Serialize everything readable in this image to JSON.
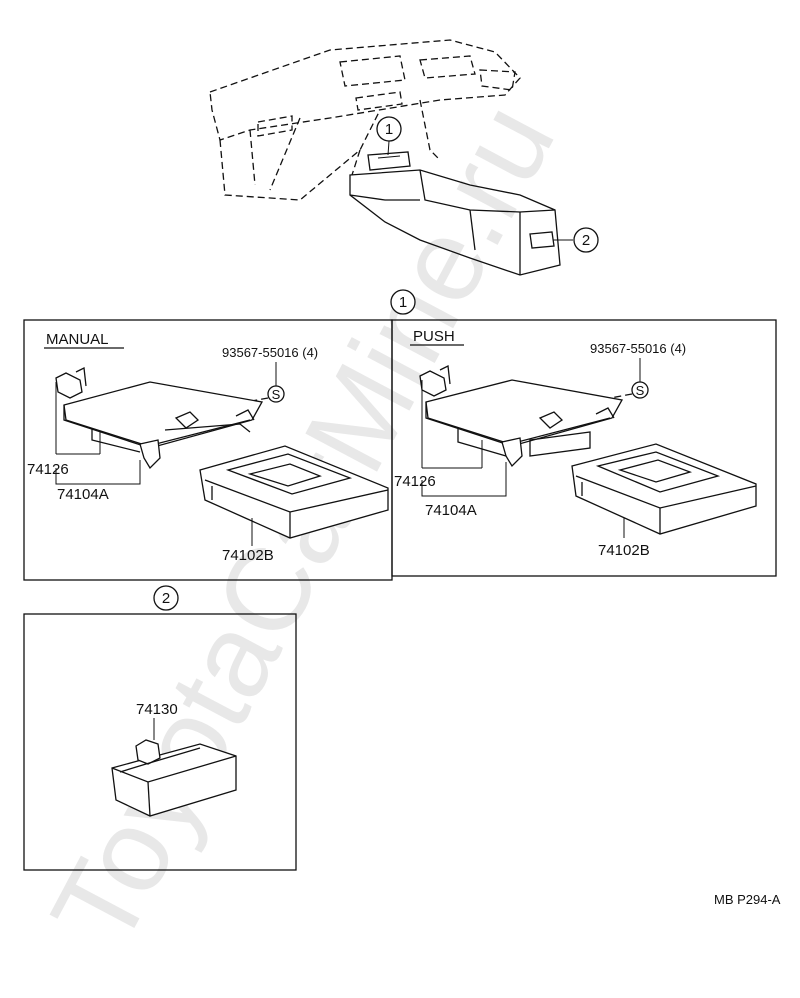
{
  "callouts": {
    "one": "1",
    "two": "2"
  },
  "panel_manual": {
    "title": "MANUAL",
    "screw_part": "93567-55016 (4)",
    "screw_symbol": "S",
    "part_bracket": "74126",
    "part_assembly": "74104A",
    "part_tray": "74102B"
  },
  "panel_push": {
    "title": "PUSH",
    "screw_part": "93567-55016 (4)",
    "screw_symbol": "S",
    "part_bracket": "74126",
    "part_assembly": "74104A",
    "part_tray": "74102B"
  },
  "panel_rear": {
    "part": "74130"
  },
  "diagram_code": "MB P294-A",
  "watermark": "ToyotaCarMine.ru"
}
